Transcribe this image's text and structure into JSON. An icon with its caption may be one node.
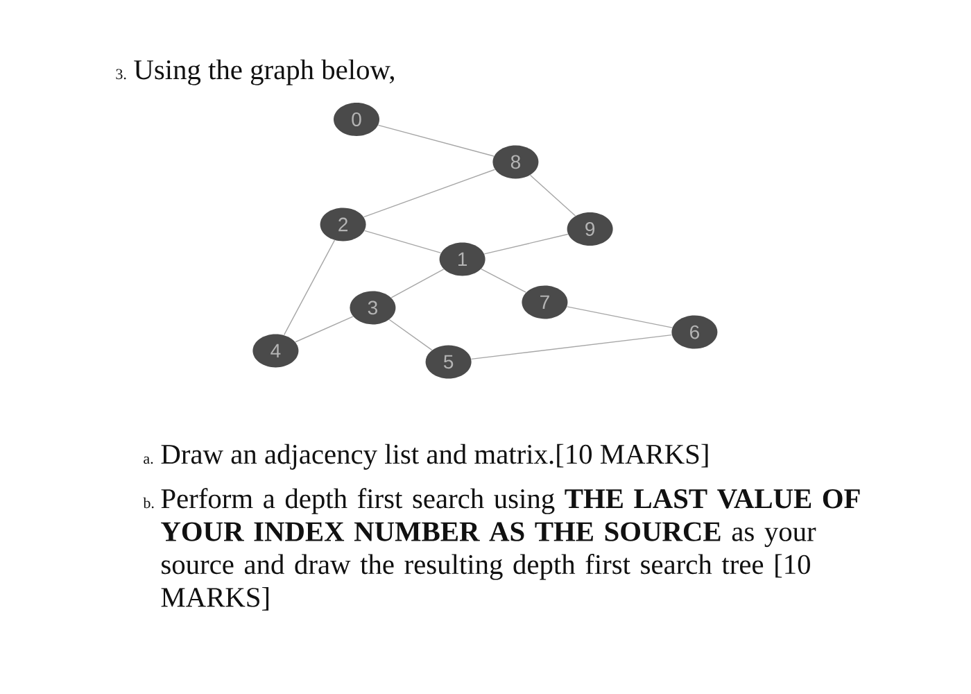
{
  "diagram": {
    "nodes": [
      {
        "text": [
          "0"
        ]
      },
      {
        "text": [
          "8"
        ]
      },
      {
        "text": [
          "2"
        ]
      },
      {
        "text": [
          "9"
        ]
      },
      {
        "text": [
          "1"
        ]
      },
      {
        "text": [
          "7"
        ]
      },
      {
        "text": [
          "3"
        ]
      },
      {
        "text": [
          "6"
        ]
      },
      {
        "text": [
          "4"
        ]
      },
      {
        "text": [
          "5"
        ]
      }
    ],
    "edges": [
      {
        "from": 0,
        "to": 1,
        "arrow": "none"
      },
      {
        "from": 1,
        "to": 2,
        "arrow": "none"
      },
      {
        "from": 1,
        "to": 3,
        "arrow": "none"
      },
      {
        "from": 2,
        "to": 4,
        "arrow": "none"
      },
      {
        "from": 3,
        "to": 4,
        "arrow": "none"
      },
      {
        "from": 2,
        "to": 8,
        "arrow": "none"
      },
      {
        "from": 4,
        "to": 6,
        "arrow": "none"
      },
      {
        "from": 4,
        "to": 5,
        "arrow": "none"
      },
      {
        "from": 6,
        "to": 8,
        "arrow": "none"
      },
      {
        "from": 6,
        "to": 9,
        "arrow": "none"
      },
      {
        "from": 5,
        "to": 7,
        "arrow": "none"
      },
      {
        "from": 9,
        "to": 7,
        "arrow": "none"
      }
    ],
    "labels": [
      "3.",
      "Using the graph below,",
      "a.",
      "Draw an adjacency list and matrix.[10 MARKS]",
      "b.",
      "Perform a depth first search using **THE LAST VALUE OF YOUR INDEX NUMBER AS THE SOURCE** as your source and draw the resulting depth first search tree [10 MARKS]"
    ]
  }
}
